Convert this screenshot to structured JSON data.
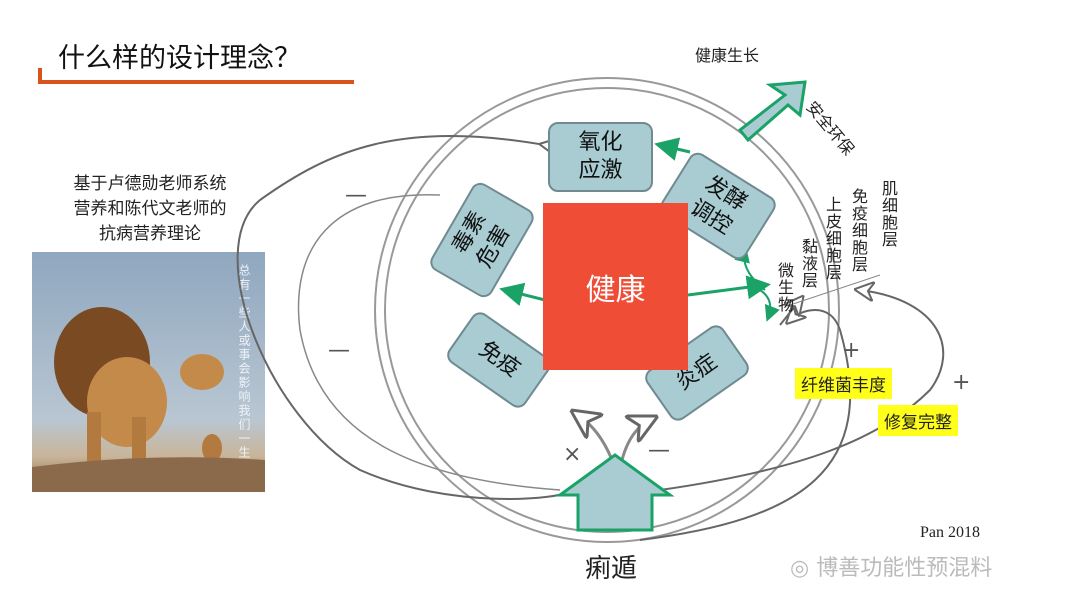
{
  "title": "什么样的设计理念？",
  "intro": [
    "基于卢德勋老师系统",
    "营养和陈代文老师的",
    "抗病营养理论"
  ],
  "photo_quote": "总有一些人或事会影响我们一生",
  "center": "健康",
  "boxes": {
    "oxidation": "氧化应激",
    "fermentation": "发酵调控",
    "toxin": "毒素危害",
    "immune": "免疫",
    "inflammation": "炎症"
  },
  "outer_labels": {
    "growth": "健康生长",
    "safety": "安全环保"
  },
  "layers": {
    "microbe": "微生物",
    "mucus": "黏液层",
    "epithelial": "上皮细胞层",
    "immune_cell": "免疫细胞层",
    "muscle": "肌细胞层"
  },
  "highlights": [
    "纤维菌丰度",
    "修复完整"
  ],
  "signs": {
    "minus1": "—",
    "minus2": "—",
    "plus1": "+",
    "plus2": "+",
    "times": "×",
    "minus3": "—"
  },
  "bottom": "痢遁",
  "credit": "Pan 2018",
  "watermark": "博善功能性预混料",
  "colors": {
    "accent": "#d9531e",
    "red": "#ef4d36",
    "box": "#a8ccd2",
    "green": "#1aa267",
    "yellow": "#ffff1a"
  }
}
